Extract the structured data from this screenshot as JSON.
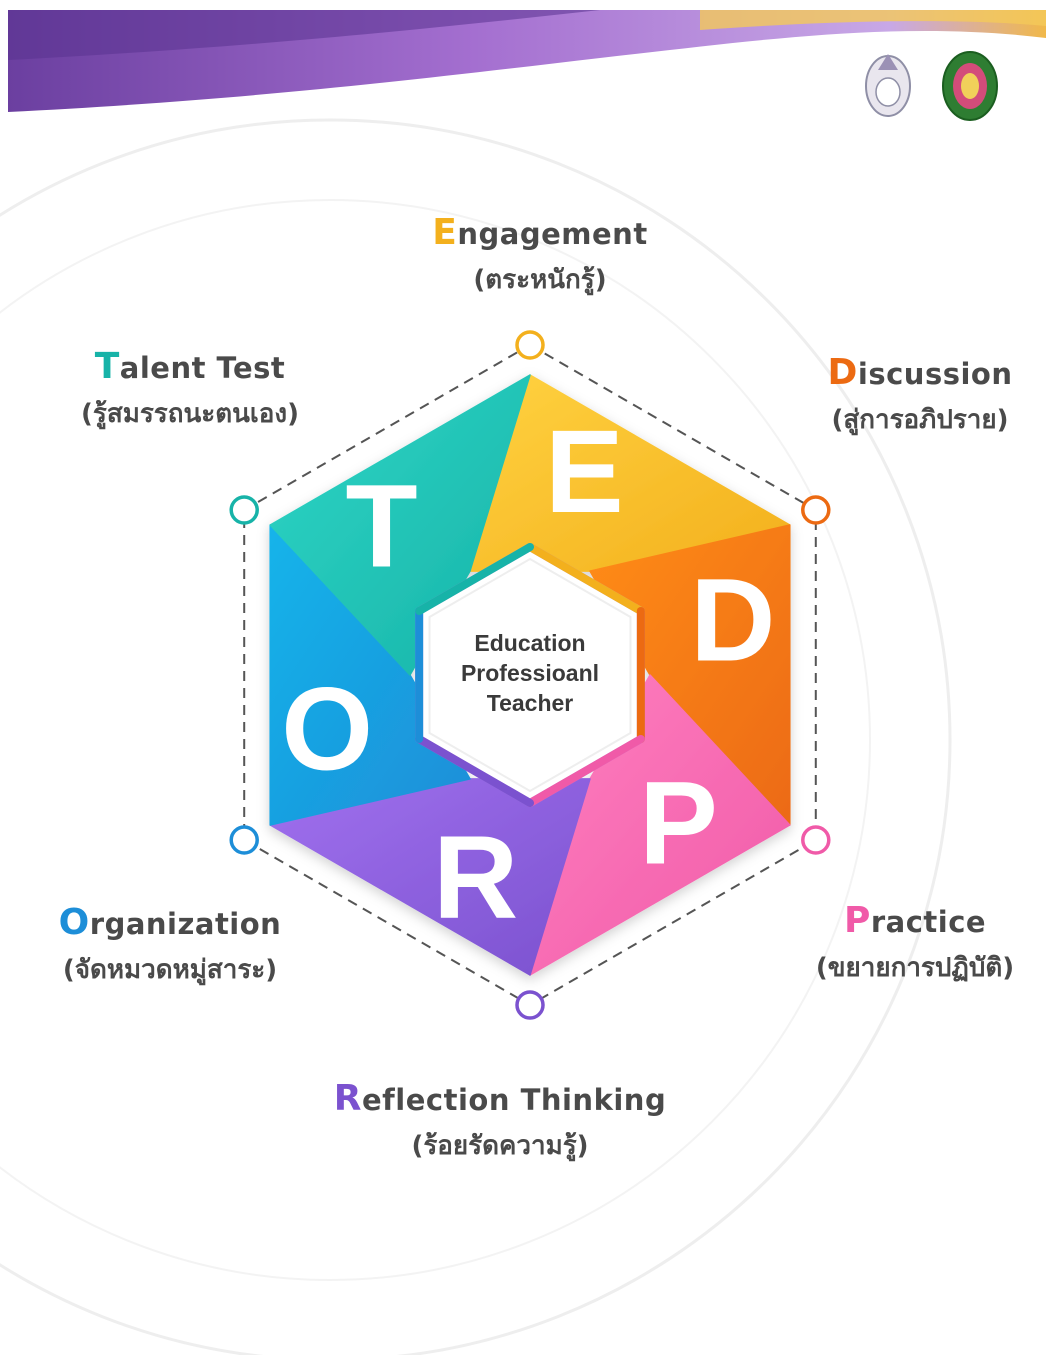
{
  "diagram": {
    "center": {
      "lines": [
        "Education",
        "Professioanl",
        "Teacher"
      ]
    },
    "segments": [
      {
        "letter": "E",
        "initial": "E",
        "rest": "ngagement",
        "thai": "(ตระหนักรู้)",
        "color": "#f3b01d",
        "color2": "#ffd240"
      },
      {
        "letter": "D",
        "initial": "D",
        "rest": "iscussion",
        "thai": "(สู่การอภิปราย)",
        "color": "#ec6a12",
        "color2": "#ff8c1a"
      },
      {
        "letter": "P",
        "initial": "P",
        "rest": "ractice",
        "thai": "(ขยายการปฏิบัติ)",
        "color": "#f05aa8",
        "color2": "#ff7fbf"
      },
      {
        "letter": "R",
        "initial": "R",
        "rest": "eflection Thinking",
        "thai": "(ร้อยรัดความรู้)",
        "color": "#7b52cf",
        "color2": "#a070ee"
      },
      {
        "letter": "O",
        "initial": "O",
        "rest": "rganization",
        "thai": "(จัดหมวดหมู่สาระ)",
        "color": "#1d8ed8",
        "color2": "#14b4ea"
      },
      {
        "letter": "T",
        "initial": "T",
        "rest": "alent Test",
        "thai": "(รู้สมรรถนะตนเอง)",
        "color": "#17b3a8",
        "color2": "#2fd6c6"
      }
    ]
  },
  "header": {
    "band_color": "#8e52c2",
    "logos": [
      "ministry-seal-logo",
      "university-seal-logo"
    ]
  }
}
